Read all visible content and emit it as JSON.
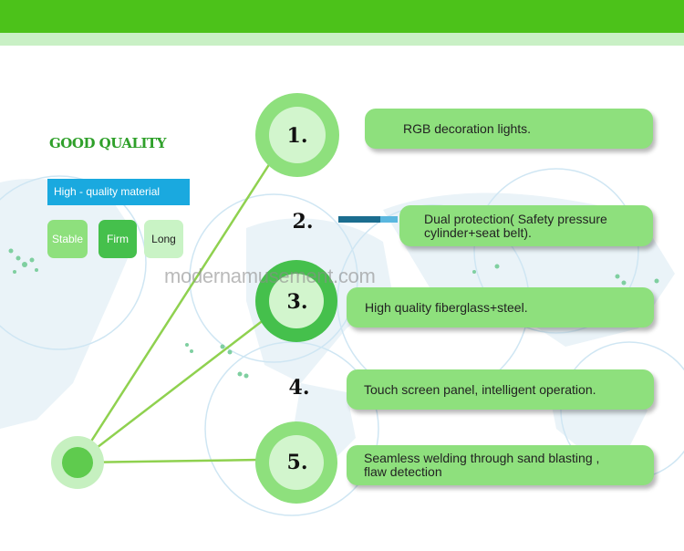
{
  "heading": "GOOD QUALITY",
  "material_label": "High - quality material",
  "tags": [
    "Stable",
    "Firm",
    "Long"
  ],
  "features": [
    {
      "num": "1.",
      "text": "RGB decoration lights."
    },
    {
      "num": "2.",
      "text": "Dual protection( Safety pressure cylinder+seat belt)."
    },
    {
      "num": "3.",
      "text": "High quality fiberglass+steel."
    },
    {
      "num": "4.",
      "text": "Touch screen panel, intelligent operation."
    },
    {
      "num": "5.",
      "text": "Seamless welding through sand blasting , flaw detection"
    }
  ],
  "watermark": "modernamusement.com",
  "colors": {
    "brand_green": "#4cc21a",
    "pill_green": "#8ee07d",
    "accent_blue": "#1aa9df",
    "dark_green": "#45c04c"
  }
}
